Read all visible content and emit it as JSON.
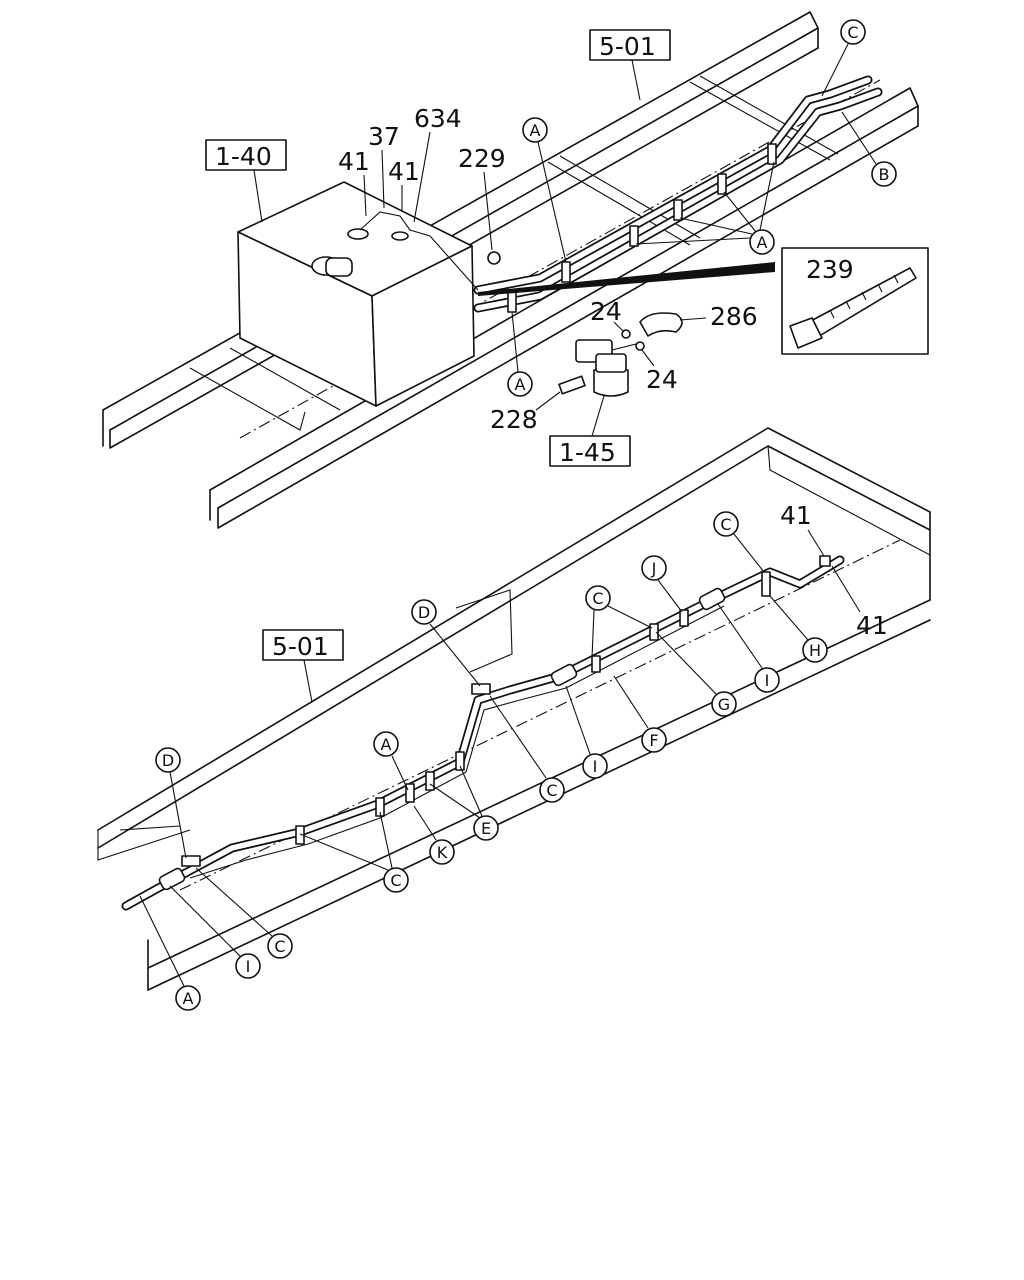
{
  "refs": {
    "frame_top": "5-01",
    "tank": "1-40",
    "filter": "1-45",
    "frame_bottom": "5-01"
  },
  "parts_top": {
    "p41a": "41",
    "p37": "37",
    "p41b": "41",
    "p634": "634",
    "p229": "229",
    "p24a": "24",
    "p286": "286",
    "p24b": "24",
    "p228": "228"
  },
  "inset": {
    "p239": "239"
  },
  "parts_bottom": {
    "p41c": "41",
    "p41d": "41"
  },
  "callouts": {
    "top_C": "C",
    "top_B": "B",
    "top_A1": "A",
    "top_A2": "A",
    "top_A3": "A",
    "b_J": "J",
    "b_C1": "C",
    "b_C2": "C",
    "b_H": "H",
    "b_I1": "I",
    "b_G": "G",
    "b_F": "F",
    "b_I2": "I",
    "b_D1": "D",
    "b_C3": "C",
    "b_A1": "A",
    "b_E": "E",
    "b_K": "K",
    "b_C4": "C",
    "b_D2": "D",
    "b_C5": "C",
    "b_I3": "I",
    "b_A2": "A"
  }
}
